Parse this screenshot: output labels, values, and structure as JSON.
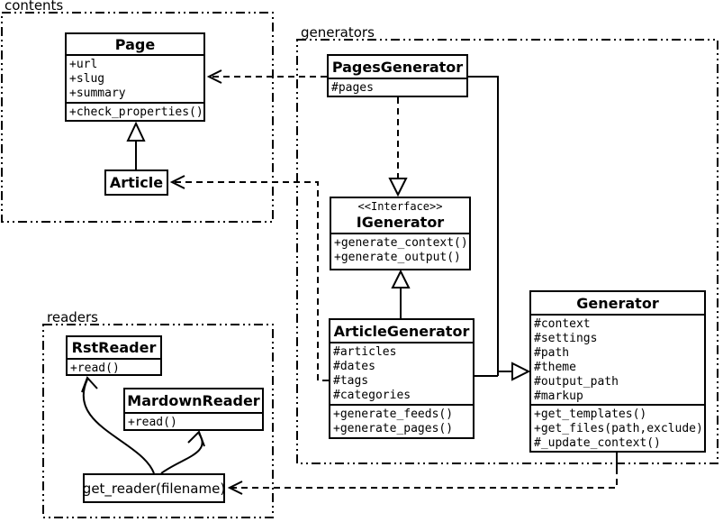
{
  "packages": {
    "contents": {
      "label": "contents"
    },
    "generators": {
      "label": "generators"
    },
    "readers": {
      "label": "readers"
    }
  },
  "classes": {
    "page": {
      "name": "Page",
      "attributes": [
        "+url",
        "+slug",
        "+summary"
      ],
      "methods": [
        "+check_properties()"
      ]
    },
    "article": {
      "name": "Article"
    },
    "pages_generator": {
      "name": "PagesGenerator",
      "attributes": [
        "#pages"
      ]
    },
    "igenerator": {
      "stereotype": "<<Interface>>",
      "name": "IGenerator",
      "methods": [
        "+generate_context()",
        "+generate_output()"
      ]
    },
    "article_generator": {
      "name": "ArticleGenerator",
      "attributes": [
        "#articles",
        "#dates",
        "#tags",
        "#categories"
      ],
      "methods": [
        "+generate_feeds()",
        "+generate_pages()"
      ]
    },
    "generator": {
      "name": "Generator",
      "attributes": [
        "#context",
        "#settings",
        "#path",
        "#theme",
        "#output_path",
        "#markup"
      ],
      "methods": [
        "+get_templates()",
        "+get_files(path,exclude)",
        "#_update_context()"
      ]
    },
    "rst_reader": {
      "name": "RstReader",
      "methods": [
        "+read()"
      ]
    },
    "mardown_reader": {
      "name": "MardownReader",
      "methods": [
        "+read()"
      ]
    },
    "get_reader": {
      "name": "get_reader(filename)"
    }
  },
  "colors": {
    "line": "#000000",
    "background": "#ffffff"
  }
}
